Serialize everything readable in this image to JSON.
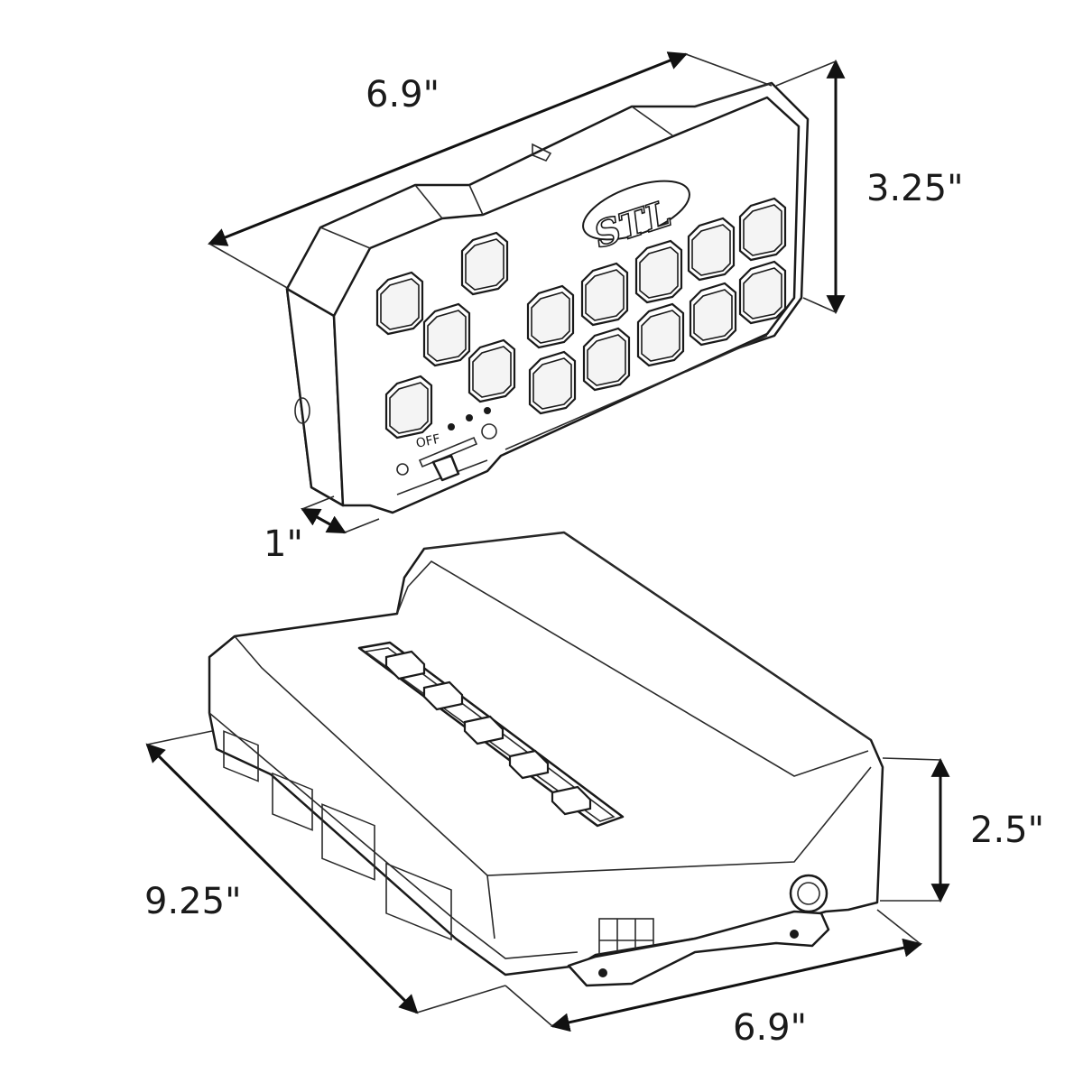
{
  "dimensions": {
    "keypad_width": "6.9\"",
    "keypad_height": "3.25\"",
    "keypad_depth": "1\"",
    "box_length": "9.25\"",
    "box_width": "6.9\"",
    "box_height": "2.5\""
  },
  "keypad": {
    "logo": "STL",
    "switch_label": "OFF",
    "button_count": 15,
    "indicator_count": 3
  },
  "control_box": {
    "keypad_slot_button_count": 5
  },
  "colors": {
    "line": "#1a1a1a",
    "background": "#ffffff"
  }
}
